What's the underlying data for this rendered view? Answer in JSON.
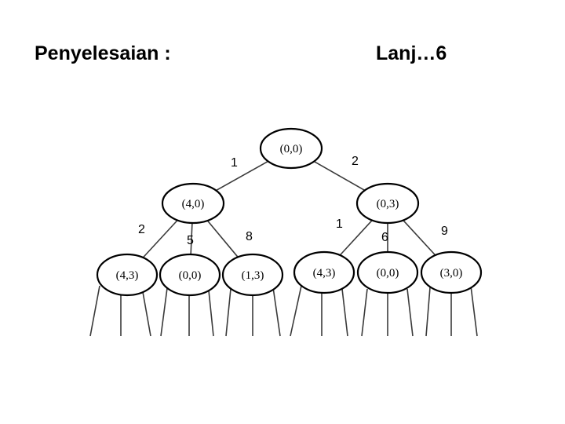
{
  "header": {
    "left_title": "Penyelesaian :",
    "right_title": "Lanj…6"
  },
  "tree": {
    "nodes": [
      {
        "id": "root",
        "label": "(0,0)"
      },
      {
        "id": "l1-left",
        "label": "(4,0)"
      },
      {
        "id": "l1-right",
        "label": "(0,3)"
      },
      {
        "id": "l2-a",
        "label": "(4,3)"
      },
      {
        "id": "l2-b",
        "label": "(0,0)"
      },
      {
        "id": "l2-c",
        "label": "(1,3)"
      },
      {
        "id": "l2-d",
        "label": "(4,3)"
      },
      {
        "id": "l2-e",
        "label": "(0,0)"
      },
      {
        "id": "l2-f",
        "label": "(3,0)"
      }
    ],
    "edges": [
      {
        "from": "root",
        "to": "l1-left",
        "weight": "1"
      },
      {
        "from": "root",
        "to": "l1-right",
        "weight": "2"
      },
      {
        "from": "l1-left",
        "to": "l2-a",
        "weight": "2"
      },
      {
        "from": "l1-left",
        "to": "l2-b",
        "weight": "5"
      },
      {
        "from": "l1-left",
        "to": "l2-c",
        "weight": "8"
      },
      {
        "from": "l1-right",
        "to": "l2-d",
        "weight": "1"
      },
      {
        "from": "l1-right",
        "to": "l2-e",
        "weight": "6"
      },
      {
        "from": "l1-right",
        "to": "l2-f",
        "weight": "9"
      }
    ]
  }
}
